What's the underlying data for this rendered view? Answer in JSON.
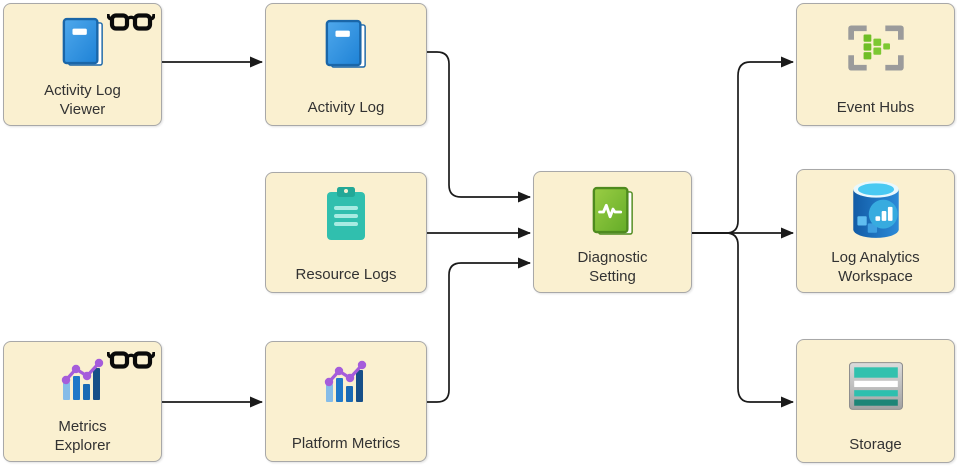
{
  "diagram": {
    "nodes": {
      "activity_log_viewer": {
        "label1": "Activity Log",
        "label2": "Viewer",
        "icon": "book-icon",
        "badge": "glasses-icon"
      },
      "activity_log": {
        "label1": "Activity Log",
        "icon": "book-icon"
      },
      "resource_logs": {
        "label1": "Resource Logs",
        "icon": "clipboard-icon"
      },
      "metrics_explorer": {
        "label1": "Metrics",
        "label2": "Explorer",
        "icon": "metrics-chart-icon",
        "badge": "glasses-icon"
      },
      "platform_metrics": {
        "label1": "Platform Metrics",
        "icon": "metrics-chart-icon"
      },
      "diagnostic_setting": {
        "label1": "Diagnostic",
        "label2": "Setting",
        "icon": "diagnostic-book-icon"
      },
      "event_hubs": {
        "label1": "Event Hubs",
        "icon": "event-hubs-icon"
      },
      "log_analytics": {
        "label1": "Log Analytics",
        "label2": "Workspace",
        "icon": "log-analytics-icon"
      },
      "storage": {
        "label1": "Storage",
        "icon": "storage-icon"
      }
    },
    "edges": [
      {
        "from": "Activity Log Viewer",
        "to": "Activity Log"
      },
      {
        "from": "Activity Log",
        "to": "Diagnostic Setting"
      },
      {
        "from": "Resource Logs",
        "to": "Diagnostic Setting"
      },
      {
        "from": "Metrics Explorer",
        "to": "Platform Metrics"
      },
      {
        "from": "Platform Metrics",
        "to": "Diagnostic Setting"
      },
      {
        "from": "Diagnostic Setting",
        "to": "Event Hubs"
      },
      {
        "from": "Diagnostic Setting",
        "to": "Log Analytics Workspace"
      },
      {
        "from": "Diagnostic Setting",
        "to": "Storage"
      }
    ],
    "colors": {
      "node_fill": "#FAF0D0",
      "node_border": "#A8A8A8",
      "connector": "#1A1A1A",
      "label_text": "#323232",
      "book_blue": "#2E8CD8",
      "book_green": "#74B83B",
      "clipboard_teal": "#30BFAE",
      "metrics_purple": "#A55CDB",
      "event_hubs_green": "#6FBE27",
      "event_hubs_gray": "#9B9B9B",
      "log_analytics_blue": "#1E6CB8",
      "storage_teal": "#32C1AE"
    }
  }
}
